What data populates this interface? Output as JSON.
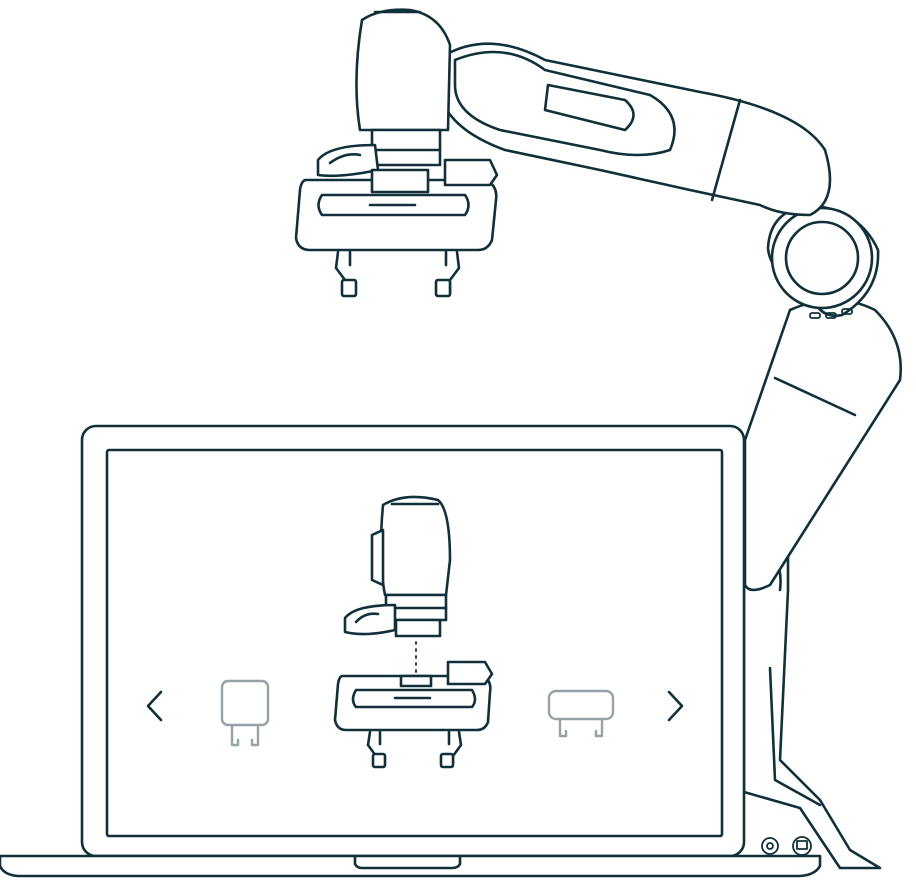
{
  "illustration": {
    "icons": [
      "robot-arm-icon",
      "gripper-icon",
      "laptop-icon",
      "chevron-left-icon",
      "chevron-right-icon",
      "power-port-icon",
      "ethernet-port-icon"
    ]
  },
  "carousel": {
    "items": [
      "gripper-option-square",
      "gripper-current",
      "gripper-option-wide"
    ],
    "selected_index": 1,
    "inactive_color": "#97a2a6"
  },
  "colors": {
    "line": "#11303a",
    "background": "#ffffff"
  }
}
